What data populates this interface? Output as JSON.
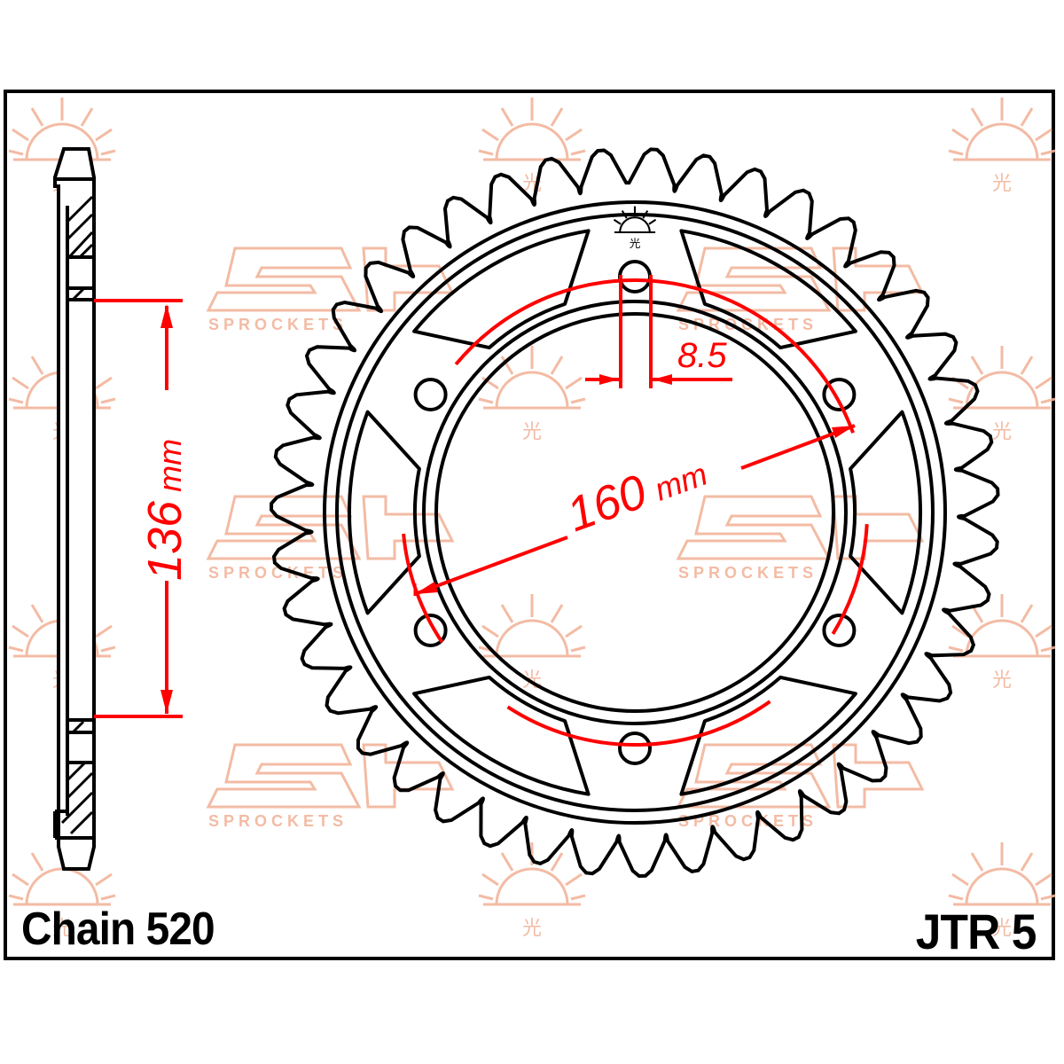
{
  "diagram": {
    "type": "sprocket-technical-drawing",
    "part_number": "JTR 5",
    "chain_label": "Chain 520",
    "dimensions": {
      "center_bore": {
        "value": "136",
        "unit": "mm"
      },
      "bolt_circle": {
        "value": "160",
        "unit": "mm"
      },
      "bolt_hole": {
        "value": "8.5"
      }
    },
    "bolt_holes": 6,
    "lightening_windows": 6,
    "teeth": 43
  },
  "watermark": {
    "logo_text": "SPROCKETS",
    "brand": "JT",
    "color": "#f2b49a"
  },
  "colors": {
    "line": "#000000",
    "dimension": "#ff0000",
    "watermark": "#f2b49a",
    "background": "#ffffff"
  }
}
